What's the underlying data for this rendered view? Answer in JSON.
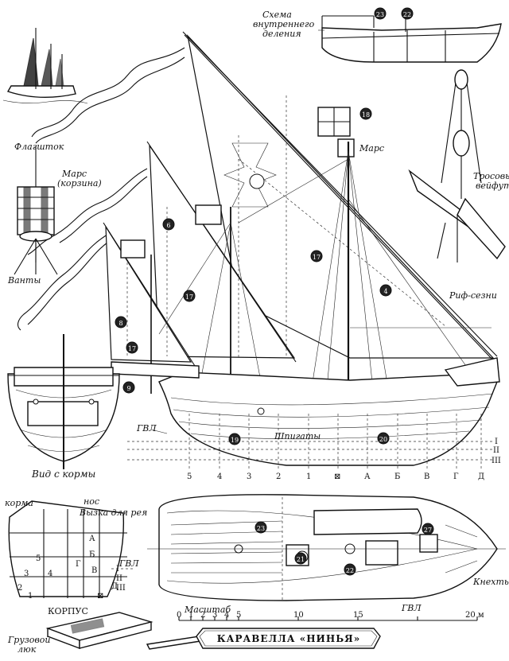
{
  "labels": {
    "schema_line1": "Схема",
    "schema_line2": "внутреннего",
    "schema_line3": "деления",
    "flagstock": "Флагшток",
    "mars_basket_line1": "Марс",
    "mars_basket_line2": "(корзина)",
    "vanty": "Ванты",
    "mars": "Марс",
    "trosovy_line1": "Тросовый",
    "trosovy_line2": "вейфут",
    "rif_sezni": "Риф-сезни",
    "gvl_main": "ГВЛ",
    "shpigaty": "Шпигаты",
    "vid_s_kormy": "Вид с кормы",
    "korma": "корма",
    "nos": "нос",
    "vyzka": "Вызка для рея",
    "korpus": "КОРПУС",
    "gruzovoy_line1": "Грузовой",
    "gruzovoy_line2": "люк",
    "gvl_section": "ГВЛ",
    "gvl_plan": "ГВЛ",
    "knekhty": "Кнехты",
    "masshtab": "Масштаб",
    "title": "КАРАВЕЛЛА «НИНЬЯ»"
  },
  "station_labels": [
    "5",
    "4",
    "3",
    "2",
    "1",
    "⊠",
    "А",
    "Б",
    "В",
    "Г",
    "Д"
  ],
  "waterline_labels": [
    "I",
    "II",
    "III"
  ],
  "section_letters": [
    "А",
    "Б",
    "В",
    "Г",
    "Д",
    "5",
    "4",
    "3",
    "2",
    "1",
    "I",
    "II",
    "III",
    "⊠"
  ],
  "callouts": [
    "23",
    "22",
    "18",
    "6",
    "17",
    "17",
    "4",
    "8",
    "17",
    "9",
    "19",
    "20",
    "23",
    "21",
    "22",
    "27"
  ],
  "scale": {
    "ticks": [
      "0",
      "1",
      "2",
      "3",
      "4",
      "5",
      "10",
      "15",
      "20 м"
    ]
  }
}
